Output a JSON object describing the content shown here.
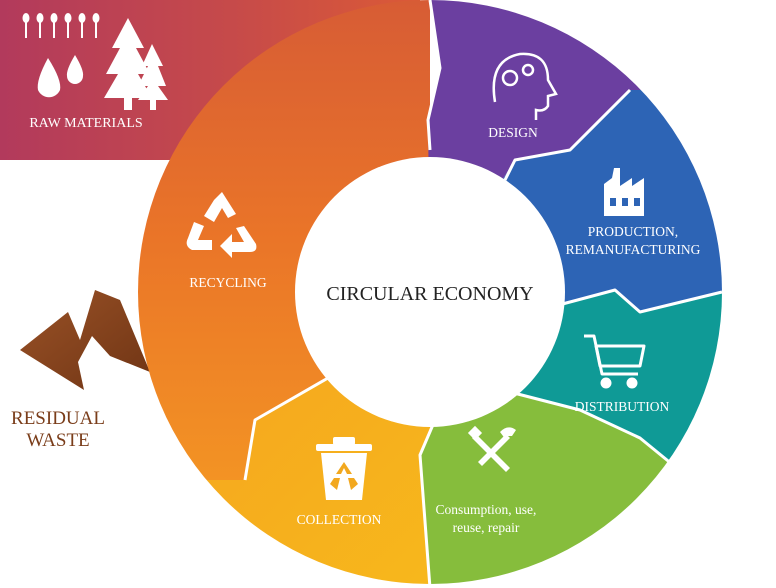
{
  "center_label": "CIRCULAR ECONOMY",
  "raw_materials": {
    "label": "RAW MATERIALS",
    "color": "#b23a5c",
    "icons": [
      "wheat-icon",
      "water-drops-icon",
      "trees-icon"
    ]
  },
  "residual_waste": {
    "line1": "RESIDUAL",
    "line2": "WASTE",
    "color": "#7a3d1a",
    "icon": "arrow-down-left-icon"
  },
  "stages": [
    {
      "key": "design",
      "lines": [
        "DESIGN"
      ],
      "color": "#6b3fa0",
      "icon": "head-gears-icon"
    },
    {
      "key": "production",
      "lines": [
        "PRODUCTION,",
        "REMANUFACTURING"
      ],
      "color": "#2d64b5",
      "icon": "factory-icon"
    },
    {
      "key": "distribution",
      "lines": [
        "DISTRIBUTION"
      ],
      "color": "#0f9a96",
      "icon": "shopping-cart-icon"
    },
    {
      "key": "consumption",
      "lines": [
        "Consumption, use,",
        "reuse, repair"
      ],
      "color": "#86bd3c",
      "icon": "tools-icon"
    },
    {
      "key": "collection",
      "lines": [
        "COLLECTION"
      ],
      "color": "#f2a81f",
      "icon": "recycle-bin-icon"
    },
    {
      "key": "recycling",
      "lines": [
        "RECYCLING"
      ],
      "color": "#e8712a",
      "icon": "recycle-icon"
    }
  ]
}
